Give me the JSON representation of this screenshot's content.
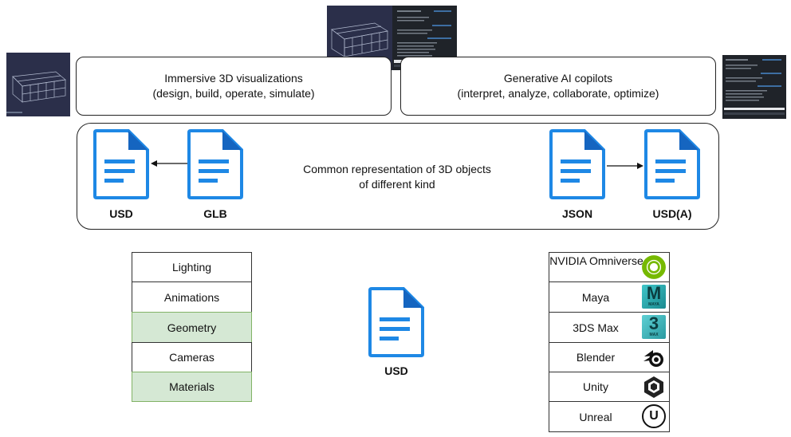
{
  "boxes": {
    "visualization": {
      "line1": "Immersive 3D visualizations",
      "line2": "(design, build, operate, simulate)"
    },
    "copilots": {
      "line1": "Generative AI copilots",
      "line2": "(interpret, analyze, collaborate, optimize)"
    },
    "common": {
      "line1": "Common representation of 3D objects",
      "line2": "of different kind"
    }
  },
  "docs": {
    "usd_top": "USD",
    "glb": "GLB",
    "json": "JSON",
    "usda": "USD(A)",
    "usd_center": "USD"
  },
  "components": [
    "Lighting",
    "Animations",
    "Geometry",
    "Cameras",
    "Materials"
  ],
  "tools": [
    {
      "name": "NVIDIA Omniverse",
      "icon": "omniverse-icon"
    },
    {
      "name": "Maya",
      "icon": "maya-icon"
    },
    {
      "name": "3DS Max",
      "icon": "3ds-max-icon"
    },
    {
      "name": "Blender",
      "icon": "blender-icon"
    },
    {
      "name": "Unity",
      "icon": "unity-icon"
    },
    {
      "name": "Unreal",
      "icon": "unreal-icon"
    }
  ],
  "icon_text": {
    "maya_letter": "M",
    "maya_small": "MAYA",
    "max_digit": "3",
    "max_small": "MAX",
    "unreal_letter": "U"
  },
  "colors": {
    "doc_blue": "#1e88e5",
    "doc_fold": "#1565c0",
    "green_fill": "#d5e8d4",
    "green_border": "#82b366",
    "thumb_bg": "#2b2f4a",
    "chat_bg": "#1f2329"
  }
}
